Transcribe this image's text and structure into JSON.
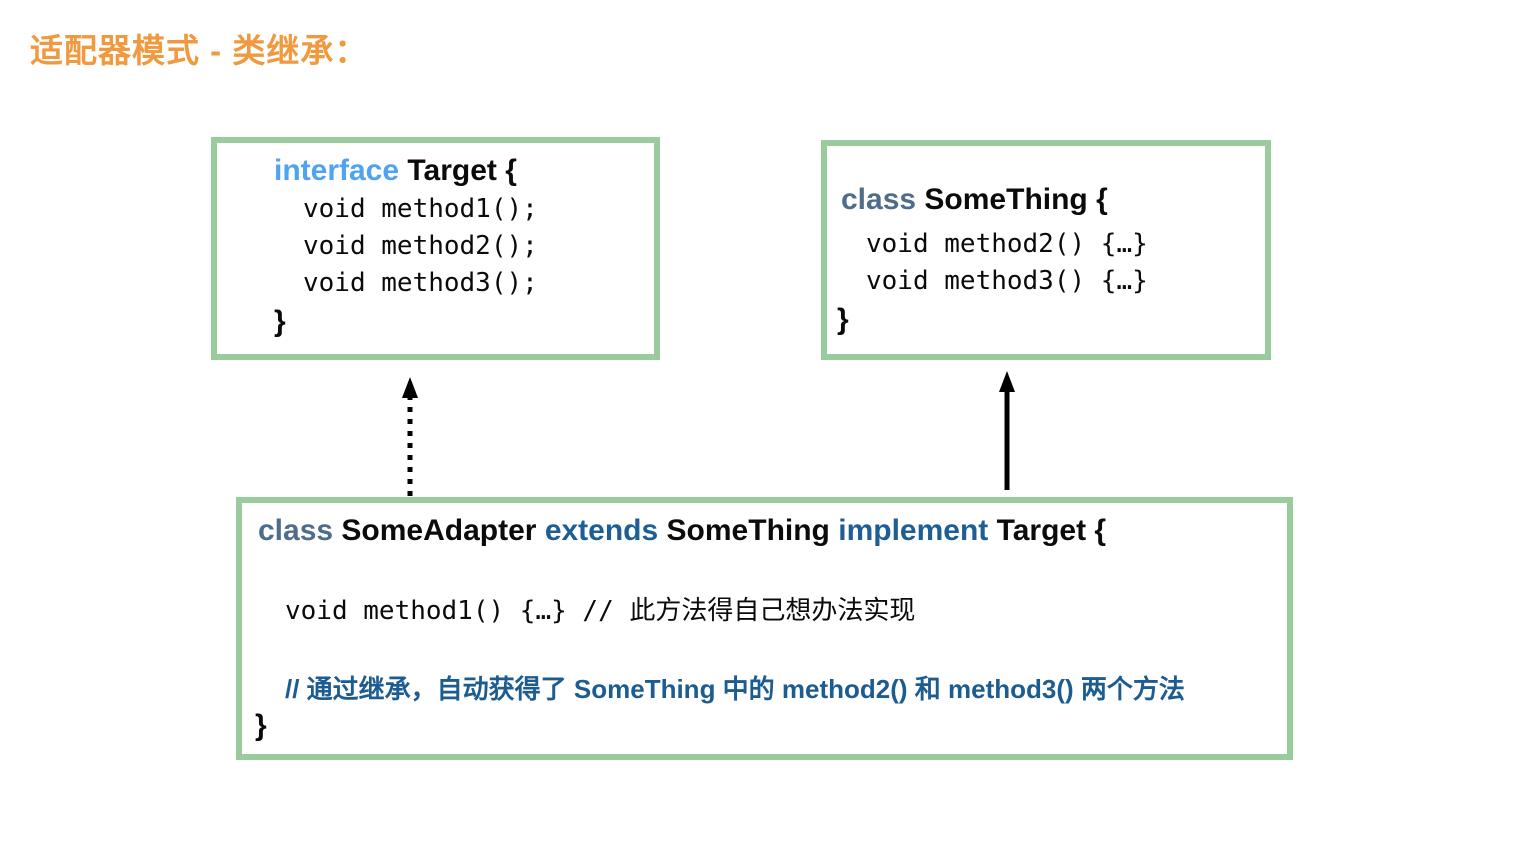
{
  "title": "适配器模式 - 类继承：",
  "colors": {
    "title": "#F0993E",
    "border": "#98CC9C",
    "interface_kw": "#4FA3F2",
    "class_kw": "#4E6D8B",
    "extends_kw": "#1D5E95",
    "comment": "#1D5C90",
    "code": "#0B0B0B"
  },
  "target_box": {
    "keyword": "interface",
    "name": "Target {",
    "code_lines": [
      "void method1();",
      "void method2();",
      "void method3();"
    ],
    "closing_brace": "}"
  },
  "something_box": {
    "keyword": "class",
    "name": "SomeThing {",
    "code_lines": [
      "void method2() {…}",
      "void method3() {…}"
    ],
    "closing_brace": "}"
  },
  "adapter_box": {
    "kw_class": "class",
    "name_adapter": "SomeAdapter",
    "kw_extends": "extends",
    "name_parent": "SomeThing",
    "kw_implement": "implement",
    "name_interface": "Target {",
    "method_line": "void method1() {…} // 此方法得自己想办法实现",
    "comment_line": "// 通过继承，自动获得了 SomeThing 中的 method2() 和 method3() 两个方法",
    "closing_brace": "}"
  }
}
